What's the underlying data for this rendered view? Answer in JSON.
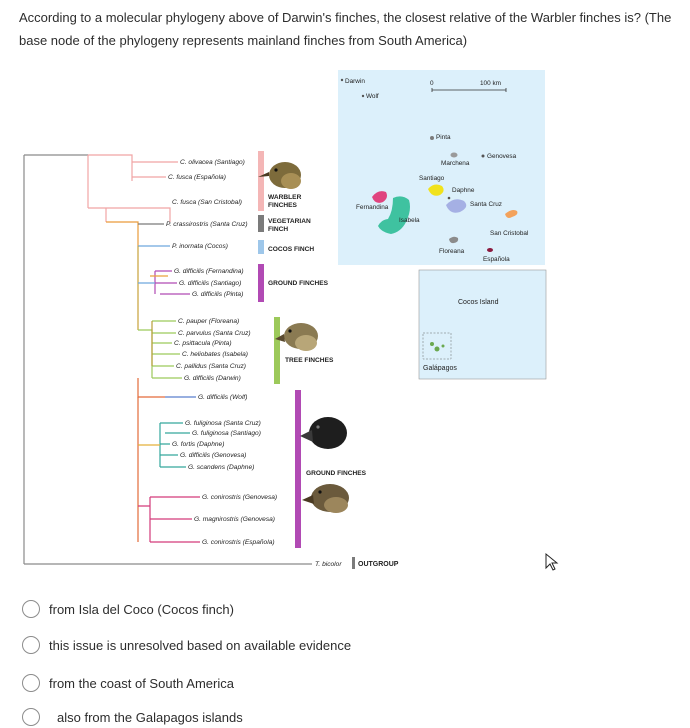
{
  "question": {
    "text": "According to a molecular phylogeny above of Darwin's finches, the closest relative of the Warbler finches is? (The base node of the phylogeny represents mainland finches from South America)"
  },
  "tree": {
    "tips": [
      "C. olivacea (Santiago)",
      "C. fusca (Española)",
      "C. fusca (San Cristobal)",
      "P. crassirostris (Santa Cruz)",
      "P. inornata (Cocos)",
      "G. difficilis (Fernandina)",
      "G. difficilis (Santiago)",
      "G. difficilis (Pinta)",
      "C. pauper (Floreana)",
      "C. parvulus (Santa Cruz)",
      "C. psittacula (Pinta)",
      "C. heliobates (Isabela)",
      "C. pallidus (Santa Cruz)",
      "G. difficilis (Darwin)",
      "G. difficilis (Wolf)",
      "G. fuliginosa (Santa Cruz)",
      "G. fuliginosa (Santiago)",
      "G. fortis (Daphne)",
      "G. difficilis (Genovesa)",
      "G. scandens (Daphne)",
      "G. conirostris (Genovesa)",
      "G. magnirostris (Genovesa)",
      "G. conirostris (Española)",
      "T. bicolor"
    ],
    "groups": {
      "warbler_line1": "WARBLER",
      "warbler_line2": "FINCHES",
      "vegetarian_line1": "VEGETARIAN",
      "vegetarian_line2": "FINCH",
      "cocos": "COCOS FINCH",
      "ground1": "GROUND FINCHES",
      "tree": "TREE FINCHES",
      "ground2": "GROUND FINCHES",
      "outgroup": "OUTGROUP"
    },
    "colors": {
      "warbler": "#f4b6b6",
      "vegetarian": "#7b7b7b",
      "cocos": "#9ec7ea",
      "ground": "#b14ab4",
      "tree": "#9cc95a"
    }
  },
  "map": {
    "islands": {
      "darwin": "Darwin",
      "wolf": "Wolf",
      "pinta": "Pinta",
      "marchena": "Marchena",
      "genovesa": "Genovesa",
      "santiago": "Santiago",
      "daphne": "Daphne",
      "fernandina": "Fernandina",
      "isabela": "Isabela",
      "santa_cruz": "Santa Cruz",
      "san_cristobal": "San Cristobal",
      "floreana": "Floreana",
      "espanola": "Española"
    },
    "scale_zero": "0",
    "scale_label": "100 km",
    "cocos_island": "Cocos Island",
    "galapagos": "Galápagos"
  },
  "options": [
    {
      "label": "from Isla del Coco (Cocos finch)",
      "selected": false
    },
    {
      "label": "this issue is unresolved based on available evidence",
      "selected": false
    },
    {
      "label": "from the coast of South America",
      "selected": false
    },
    {
      "label": "also from the Galapagos islands",
      "selected": false
    }
  ]
}
